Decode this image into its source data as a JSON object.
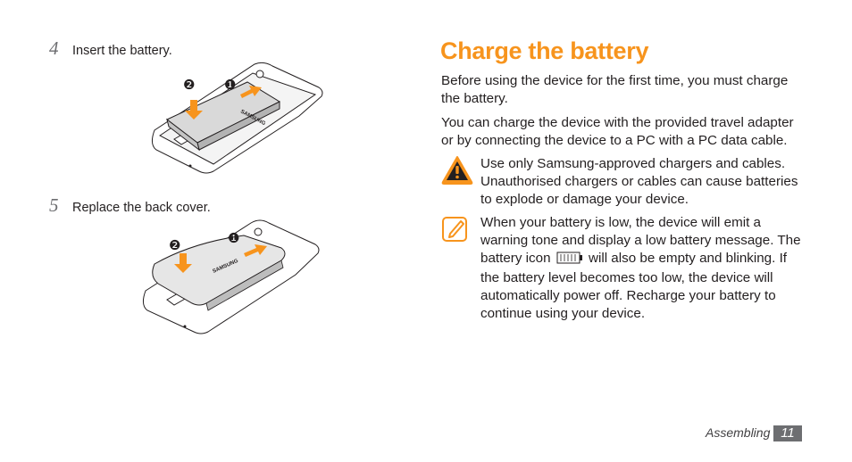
{
  "steps": [
    {
      "number": "4",
      "text": "Insert the battery."
    },
    {
      "number": "5",
      "text": "Replace the back cover."
    }
  ],
  "illustrations": {
    "insert": {
      "callout_1": "❶",
      "callout_2": "❷",
      "battery_brand": "SAMSUNG"
    },
    "cover": {
      "callout_1": "❶",
      "callout_2": "❷",
      "cover_brand": "SAMSUNG"
    }
  },
  "section": {
    "title": "Charge the battery",
    "paragraph_1": "Before using the device for the first time, you must charge the battery.",
    "paragraph_2": "You can charge the device with the provided travel adapter or by connecting the device to a PC with a PC data cable."
  },
  "warning": {
    "icon": "warning-triangle-icon",
    "text": "Use only Samsung-approved chargers and cables. Unauthorised chargers or cables can cause batteries to explode or damage your device."
  },
  "note": {
    "icon": "note-pencil-icon",
    "text_before_icon": "When your battery is low, the device will emit a warning tone and display a low battery message. The battery icon",
    "text_after_icon": "will also be empty and blinking. If the battery level becomes too low, the device will automatically power off. Recharge your battery to continue using your device."
  },
  "footer": {
    "section_name": "Assembling",
    "page_number": "11"
  },
  "colors": {
    "accent_orange": "#f7941d",
    "text": "#231f20",
    "page_number_bg": "#6d6e71"
  }
}
